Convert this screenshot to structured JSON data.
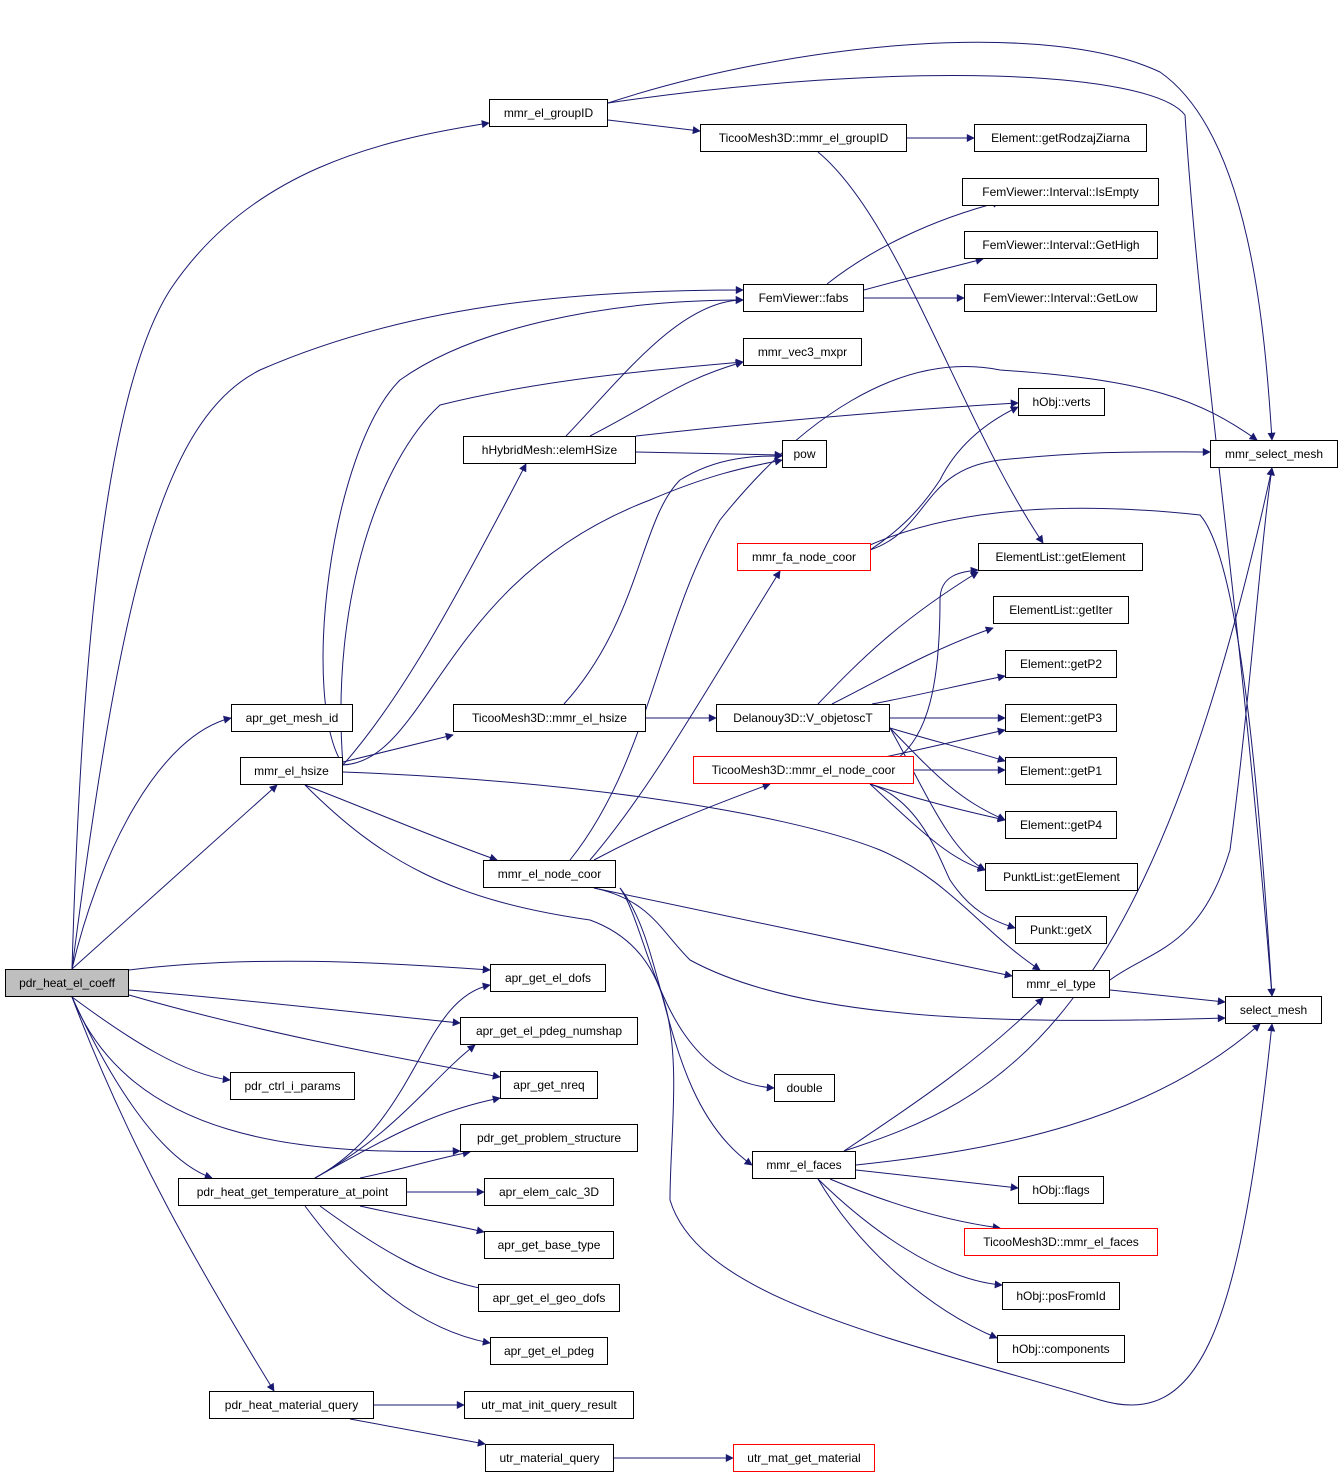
{
  "colors": {
    "edge": "#191970",
    "node_border": "#000000",
    "truncated_border": "#ff0000",
    "root_fill": "#bfbfbf"
  },
  "nodes": {
    "n_root": "pdr_heat_el_coeff",
    "n_groupid": "mmr_el_groupID",
    "n_ticoo_groupid": "TicooMesh3D::mmr_el_groupID",
    "n_getrodzaj": "Element::getRodzajZiarna",
    "n_isempty": "FemViewer::Interval::IsEmpty",
    "n_gethigh": "FemViewer::Interval::GetHigh",
    "n_fabs": "FemViewer::fabs",
    "n_getlow": "FemViewer::Interval::GetLow",
    "n_vec3": "mmr_vec3_mxpr",
    "n_verts": "hObj::verts",
    "n_elemhsize": "hHybridMesh::elemHSize",
    "n_pow": "pow",
    "n_selmesh_mmr": "mmr_select_mesh",
    "n_fa_node_coor": "mmr_fa_node_coor",
    "n_elist_getel": "ElementList::getElement",
    "n_elist_getiter": "ElementList::getIter",
    "n_getp2": "Element::getP2",
    "n_apr_mesh_id": "apr_get_mesh_id",
    "n_ticoo_hsize": "TicooMesh3D::mmr_el_hsize",
    "n_delanouy": "Delanouy3D::V_objetoscT",
    "n_getp3": "Element::getP3",
    "n_el_hsize": "mmr_el_hsize",
    "n_ticoo_nodecoor": "TicooMesh3D::mmr_el_node_coor",
    "n_getp1": "Element::getP1",
    "n_getp4": "Element::getP4",
    "n_el_node_coor": "mmr_el_node_coor",
    "n_plist_getel": "PunktList::getElement",
    "n_getx": "Punkt::getX",
    "n_el_dofs": "apr_get_el_dofs",
    "n_el_type": "mmr_el_type",
    "n_select_mesh": "select_mesh",
    "n_numshap": "apr_get_el_pdeg_numshap",
    "n_ctrl": "pdr_ctrl_i_params",
    "n_nreq": "apr_get_nreq",
    "n_double": "double",
    "n_problem": "pdr_get_problem_structure",
    "n_faces": "mmr_el_faces",
    "n_temp": "pdr_heat_get_temperature_at_point",
    "n_calc3d": "apr_elem_calc_3D",
    "n_flags": "hObj::flags",
    "n_basetype": "apr_get_base_type",
    "n_ticoo_faces": "TicooMesh3D::mmr_el_faces",
    "n_geodofs": "apr_get_el_geo_dofs",
    "n_posfromid": "hObj::posFromId",
    "n_pdeg": "apr_get_el_pdeg",
    "n_components": "hObj::components",
    "n_matquery": "pdr_heat_material_query",
    "n_initquery": "utr_mat_init_query_result",
    "n_utr_matquery": "utr_material_query",
    "n_getmaterial": "utr_mat_get_material"
  }
}
